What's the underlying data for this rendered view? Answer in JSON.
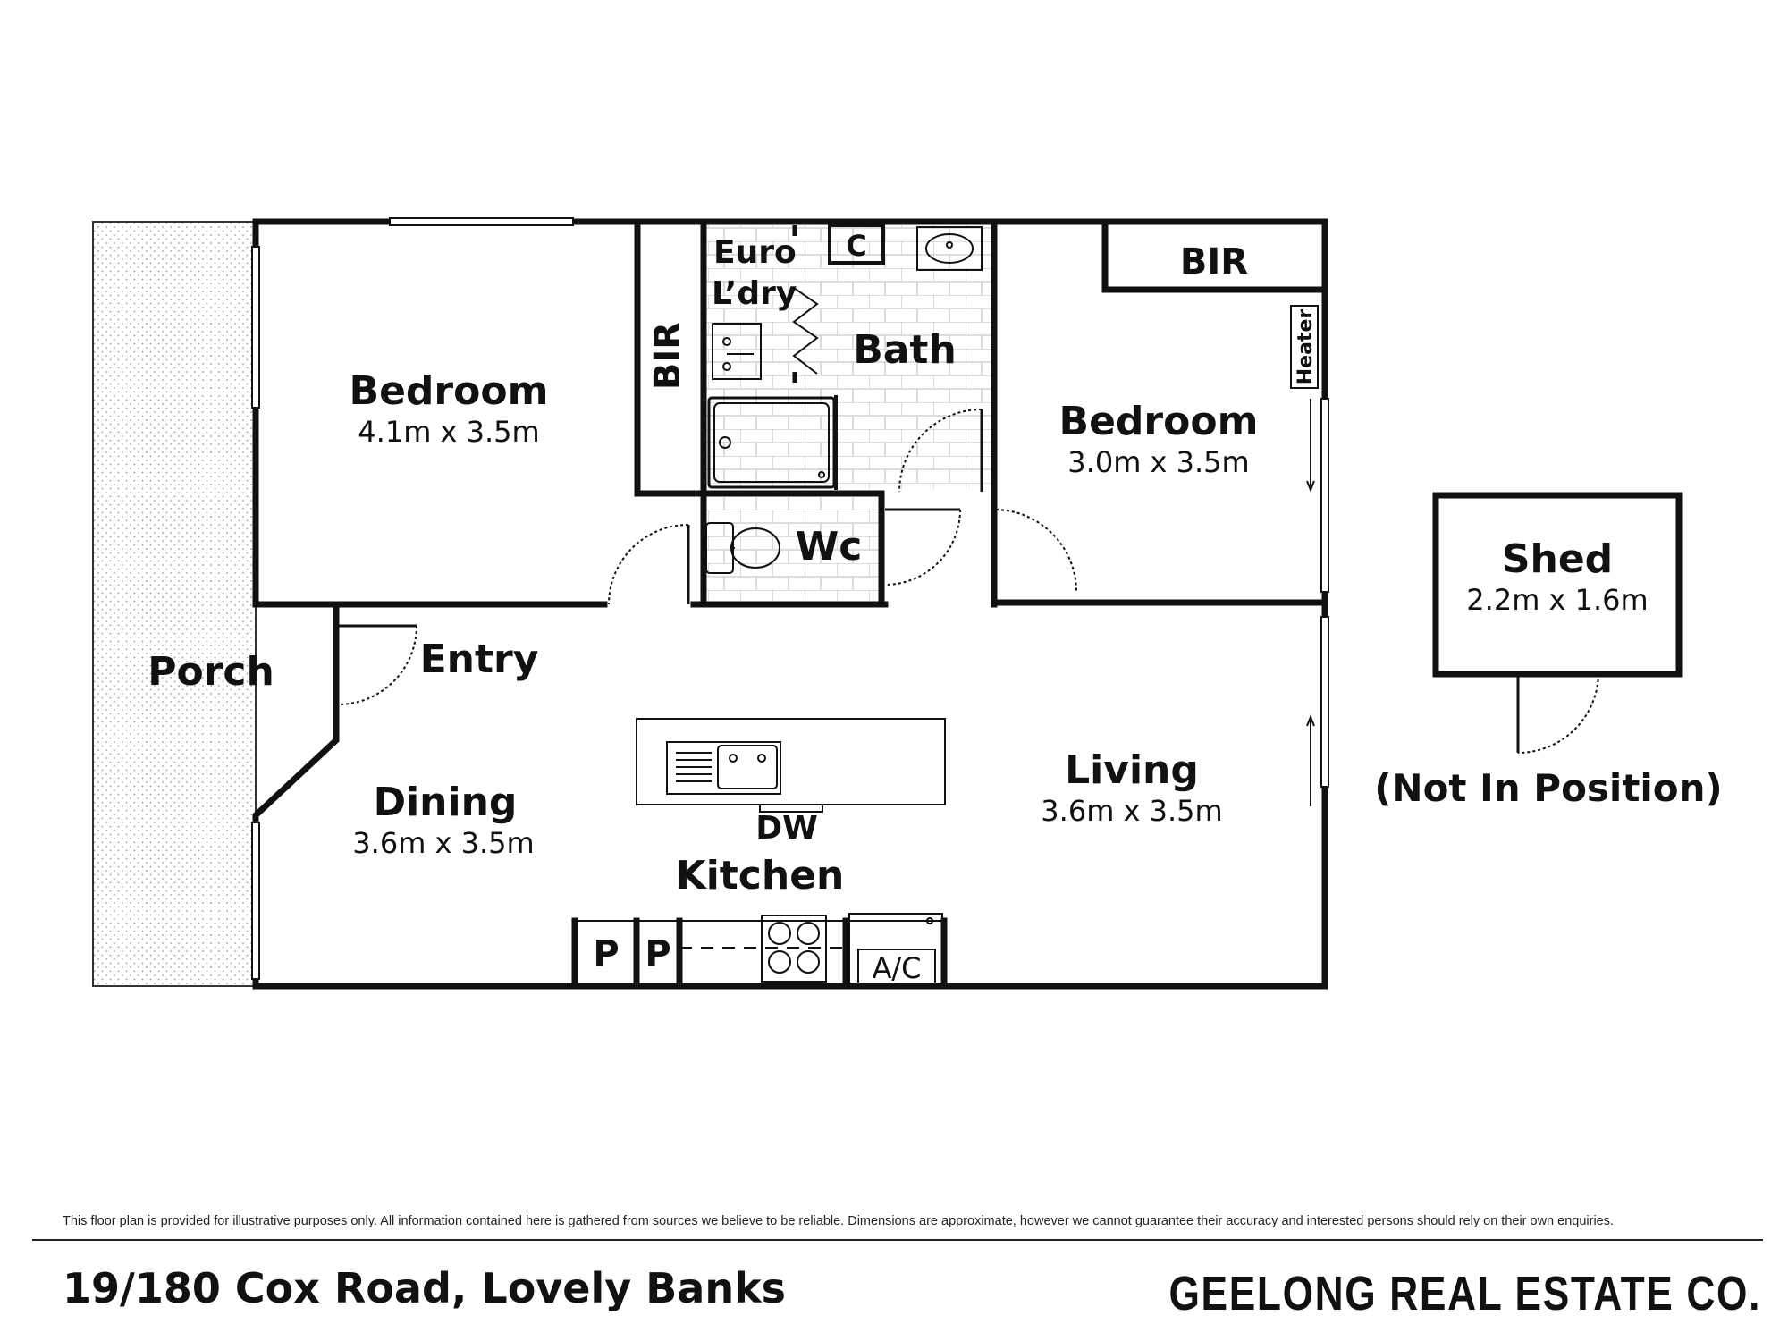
{
  "rooms": {
    "bedroom1": {
      "name": "Bedroom",
      "dims": "4.1m x 3.5m"
    },
    "bir1": "BIR",
    "euro_laundry": {
      "line1": "Euro",
      "line2": "L’dry"
    },
    "cupboard": "C",
    "bath": "Bath",
    "wc": "Wc",
    "bedroom2": {
      "name": "Bedroom",
      "dims": "3.0m x 3.5m"
    },
    "bir2": "BIR",
    "heater": "Heater",
    "porch": "Porch",
    "entry": "Entry",
    "dining": {
      "name": "Dining",
      "dims": "3.6m x 3.5m"
    },
    "kitchen": "Kitchen",
    "dishwasher": "DW",
    "living": {
      "name": "Living",
      "dims": "3.6m x 3.5m"
    },
    "pantry1": "P",
    "pantry2": "P",
    "ac": "A/C"
  },
  "shed": {
    "name": "Shed",
    "dims": "2.2m x 1.6m",
    "note": "(Not In Position)"
  },
  "footer": {
    "disclaimer": "This floor plan is provided for illustrative purposes only. All information contained here is gathered from sources we believe to be reliable. Dimensions are approximate, however we cannot guarantee their accuracy and interested persons should rely on their own enquiries.",
    "address": "19/180 Cox Road, Lovely Banks",
    "brand": "GEELONG REAL ESTATE CO."
  }
}
